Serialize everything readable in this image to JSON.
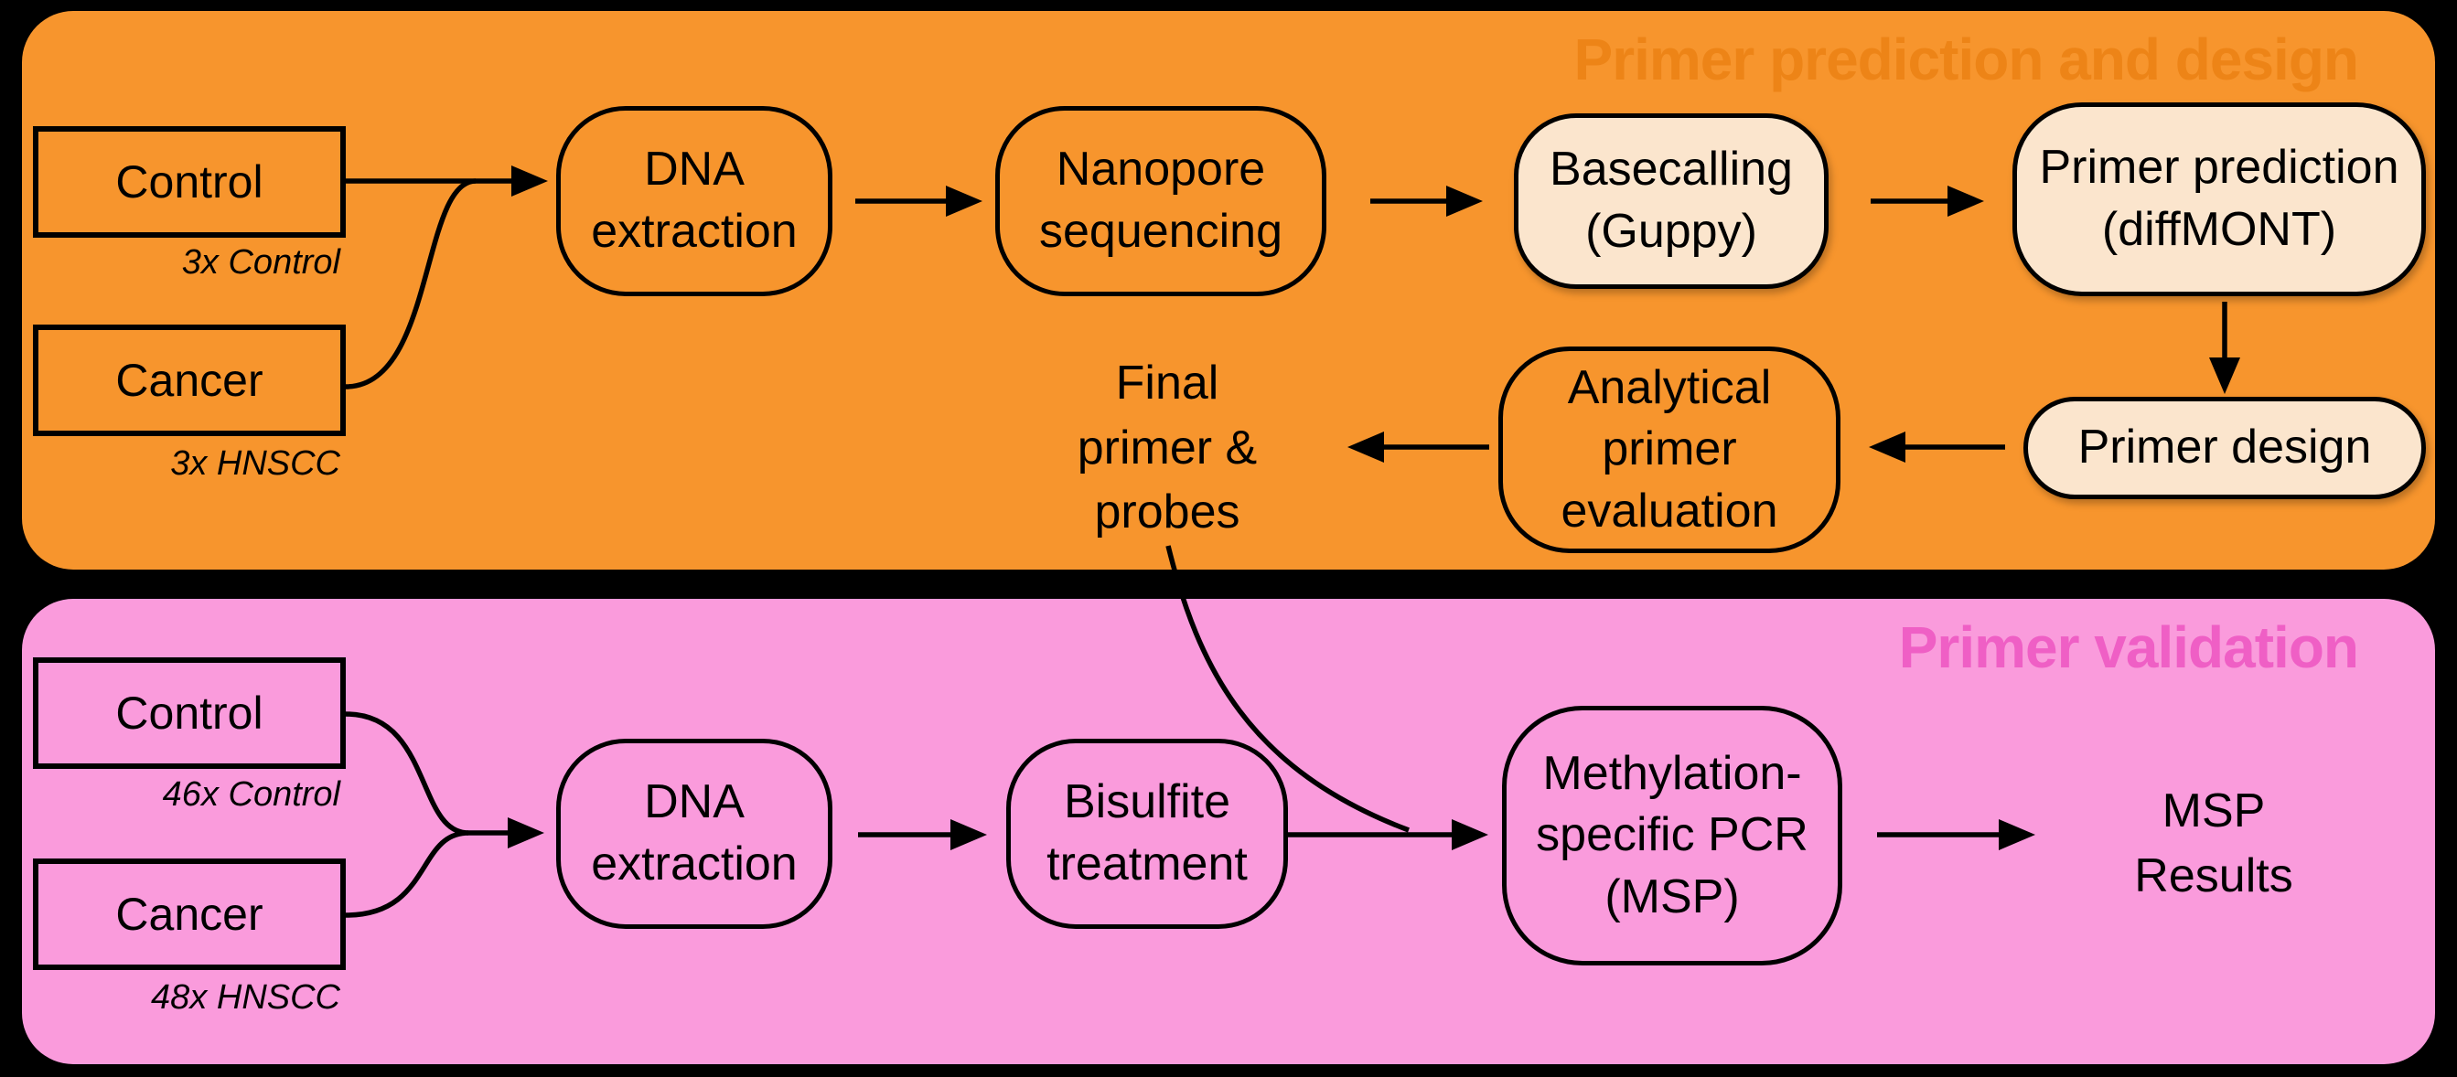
{
  "colors": {
    "background": "#000000",
    "panel_top": "#F7952D",
    "panel_top_title": "#ED8417",
    "panel_bottom": "#FA9BDC",
    "panel_bottom_title": "#EF5FC5",
    "node_highlight": "#FBE5CD",
    "stroke": "#000000"
  },
  "top": {
    "title": "Primer prediction and design",
    "inputs": {
      "control": {
        "label": "Control",
        "count": "3x Control"
      },
      "cancer": {
        "label": "Cancer",
        "count": "3x HNSCC"
      }
    },
    "nodes": {
      "dna_extraction": "DNA\nextraction",
      "nanopore_sequencing": "Nanopore\nsequencing",
      "basecalling": "Basecalling\n(Guppy)",
      "primer_prediction": "Primer prediction\n(diffMONT)",
      "primer_design": "Primer design",
      "analytical_evaluation": "Analytical\nprimer\nevaluation",
      "final_primer": "Final\nprimer &\nprobes"
    }
  },
  "bottom": {
    "title": "Primer validation",
    "inputs": {
      "control": {
        "label": "Control",
        "count": "46x Control"
      },
      "cancer": {
        "label": "Cancer",
        "count": "48x HNSCC"
      }
    },
    "nodes": {
      "dna_extraction": "DNA\nextraction",
      "bisulfite_treatment": "Bisulfite\ntreatment",
      "msp": "Methylation-\nspecific PCR\n(MSP)",
      "msp_results": "MSP\nResults"
    }
  }
}
